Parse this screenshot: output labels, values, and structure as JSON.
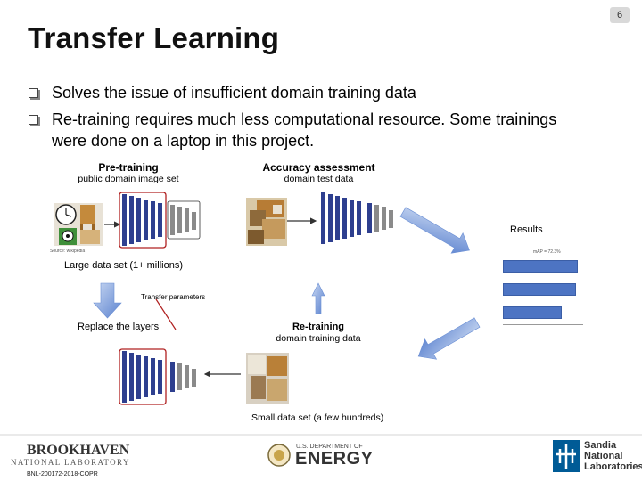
{
  "page_number": "6",
  "title": "Transfer Learning",
  "bullets": [
    "Solves the issue of insufficient domain training data",
    "Re-training requires much less computational resource.  Some trainings were done on a laptop in this project."
  ],
  "pretraining": {
    "title": "Pre-training",
    "subtitle": "public domain image set",
    "source": "Source: wikipedia",
    "dataset_note": "Large data set (1+ millions)"
  },
  "accuracy": {
    "title": "Accuracy assessment",
    "subtitle": "domain test data"
  },
  "results": {
    "label": "Results",
    "chart_title": "mAP = 72.3%"
  },
  "transfer": {
    "label": "Transfer parameters",
    "replace_label": "Replace the layers"
  },
  "retraining": {
    "title": "Re-training",
    "subtitle": "domain training data",
    "dataset_note": "Small data set (a few hundreds)"
  },
  "footer": {
    "brookhaven_top": "BROOKHAVEN",
    "brookhaven_bottom": "NATIONAL LABORATORY",
    "doc_id": "BNL-200172-2018-COPR",
    "doe_top": "U.S. DEPARTMENT OF",
    "doe_bottom": "ENERGY",
    "sandia_1": "Sandia",
    "sandia_2": "National",
    "sandia_3": "Laboratories"
  },
  "colors": {
    "network_blue": "#2e3f8f",
    "network_gray": "#8a8a8a",
    "highlight_red": "#b02020",
    "arrow_blue": "#6b8fd4"
  }
}
